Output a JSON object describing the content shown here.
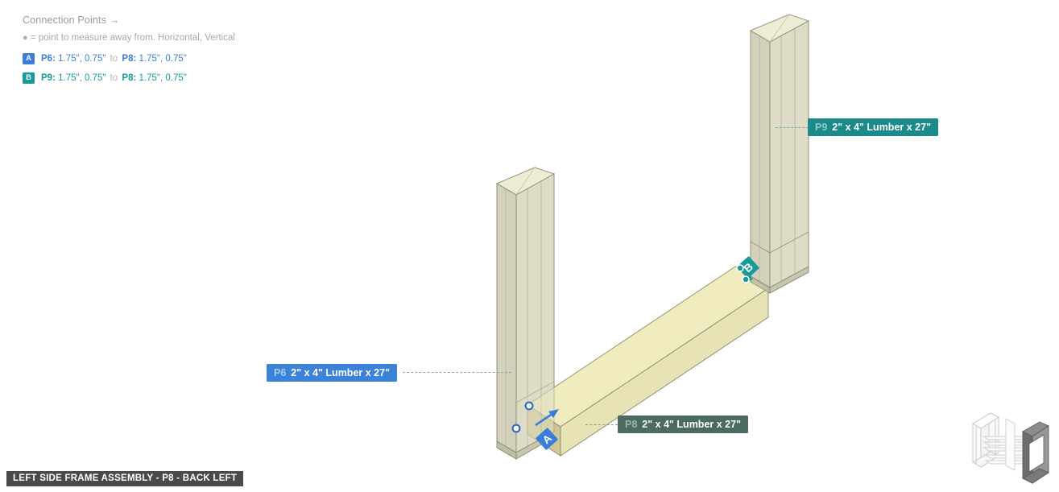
{
  "legend": {
    "title": "Connection Points →",
    "subtitle_dot": "●",
    "subtitle": " = point to measure away from. Horizontal, Vertical",
    "rows": [
      {
        "badge": "A",
        "badge_color": "#3b7dd8",
        "text_color": "#3b7dd8",
        "from_id": "P6:",
        "from_dims": " 1.75\", 0.75\"",
        "to": " to ",
        "to_id": "P8:",
        "to_dims": " 1.75\", 0.75\""
      },
      {
        "badge": "B",
        "badge_color": "#179a9a",
        "text_color": "#179a9a",
        "from_id": "P9:",
        "from_dims": " 1.75\", 0.75\"",
        "to": " to ",
        "to_id": "P8:",
        "to_dims": " 1.75\", 0.75\""
      }
    ]
  },
  "callouts": [
    {
      "id": "P6",
      "description": "2\" x 4\" Lumber  x 27\"",
      "bg": "#3b82d8",
      "id_color": "#a8ccf0"
    },
    {
      "id": "P8",
      "description": "2\" x 4\" Lumber  x 27\"",
      "bg": "#4a6b5e",
      "id_color": "#9cb5aa"
    },
    {
      "id": "P9",
      "description": "2\" x 4\" Lumber  x 27\"",
      "bg": "#1a8a8a",
      "id_color": "#8fc9c9"
    }
  ],
  "markers": {
    "a": {
      "label": "A",
      "color": "#3b7dd8"
    },
    "b": {
      "label": "B",
      "color": "#179a9a"
    }
  },
  "statusbar": {
    "text": "LEFT SIDE FRAME ASSEMBLY - P8 - BACK LEFT"
  },
  "colors": {
    "lumber_front": "#d3d1bb",
    "lumber_side": "#dedcc6",
    "lumber_top": "#ecead2",
    "highlight_top": "#f0ecc0",
    "highlight_front": "#e7e3b4",
    "highlight_side": "#c6c08a",
    "outline": "#8a8a72",
    "accent_blue": "#3b7dd8",
    "accent_teal": "#179a9a",
    "statusbar_bg": "#4a4a4a"
  }
}
